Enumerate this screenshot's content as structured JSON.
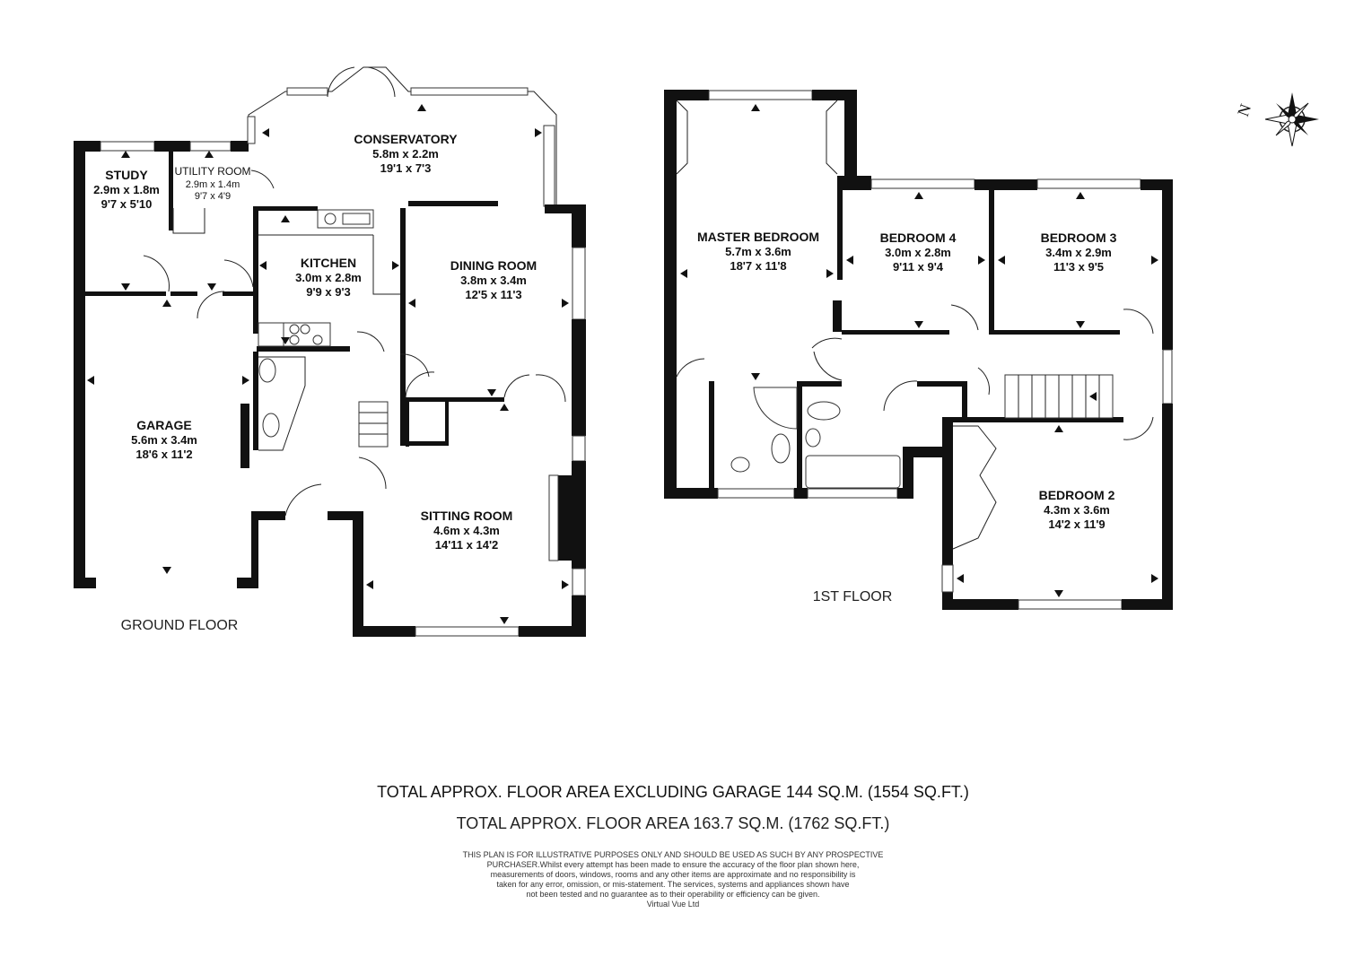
{
  "ground_floor": {
    "label": "GROUND FLOOR",
    "rooms": [
      {
        "name": "CONSERVATORY",
        "metric": "5.8m x 2.2m",
        "imperial": "19'1 x 7'3"
      },
      {
        "name": "STUDY",
        "metric": "2.9m x 1.8m",
        "imperial": "9'7 x 5'10"
      },
      {
        "name": "UTILITY ROOM",
        "metric": "2.9m x 1.4m",
        "imperial": "9'7 x 4'9"
      },
      {
        "name": "KITCHEN",
        "metric": "3.0m x 2.8m",
        "imperial": "9'9 x 9'3"
      },
      {
        "name": "DINING ROOM",
        "metric": "3.8m x 3.4m",
        "imperial": "12'5 x 11'3"
      },
      {
        "name": "GARAGE",
        "metric": "5.6m x 3.4m",
        "imperial": "18'6 x 11'2"
      },
      {
        "name": "SITTING ROOM",
        "metric": "4.6m x 4.3m",
        "imperial": "14'11 x 14'2"
      }
    ]
  },
  "first_floor": {
    "label": "1ST FLOOR",
    "rooms": [
      {
        "name": "MASTER BEDROOM",
        "metric": "5.7m x 3.6m",
        "imperial": "18'7 x 11'8"
      },
      {
        "name": "BEDROOM 4",
        "metric": "3.0m x 2.8m",
        "imperial": "9'11 x 9'4"
      },
      {
        "name": "BEDROOM 3",
        "metric": "3.4m x 2.9m",
        "imperial": "11'3 x 9'5"
      },
      {
        "name": "BEDROOM 2",
        "metric": "4.3m x 3.6m",
        "imperial": "14'2 x 11'9"
      }
    ]
  },
  "compass": {
    "letter": "N",
    "icon": "compass-rose-icon"
  },
  "totals": {
    "excluding_garage": "TOTAL APPROX. FLOOR AREA EXCLUDING GARAGE 144 SQ.M. (1554 SQ.FT.)",
    "total": "TOTAL APPROX. FLOOR AREA 163.7 SQ.M. (1762 SQ.FT.)"
  },
  "disclaimer": {
    "lines": [
      "THIS PLAN IS FOR ILLUSTRATIVE PURPOSES ONLY AND SHOULD BE USED AS SUCH BY ANY PROSPECTIVE",
      "PURCHASER.Whilst every attempt has been made to ensure the accuracy of the floor plan shown here,",
      "measurements of doors, windows, rooms and any other items are approximate and no responsibility is",
      "taken for any error, omission, or mis-statement.  The services, systems and appliances shown have",
      "not been tested and no guarantee as to their operability or efficiency can be given.",
      "Virtual Vue Ltd"
    ]
  }
}
